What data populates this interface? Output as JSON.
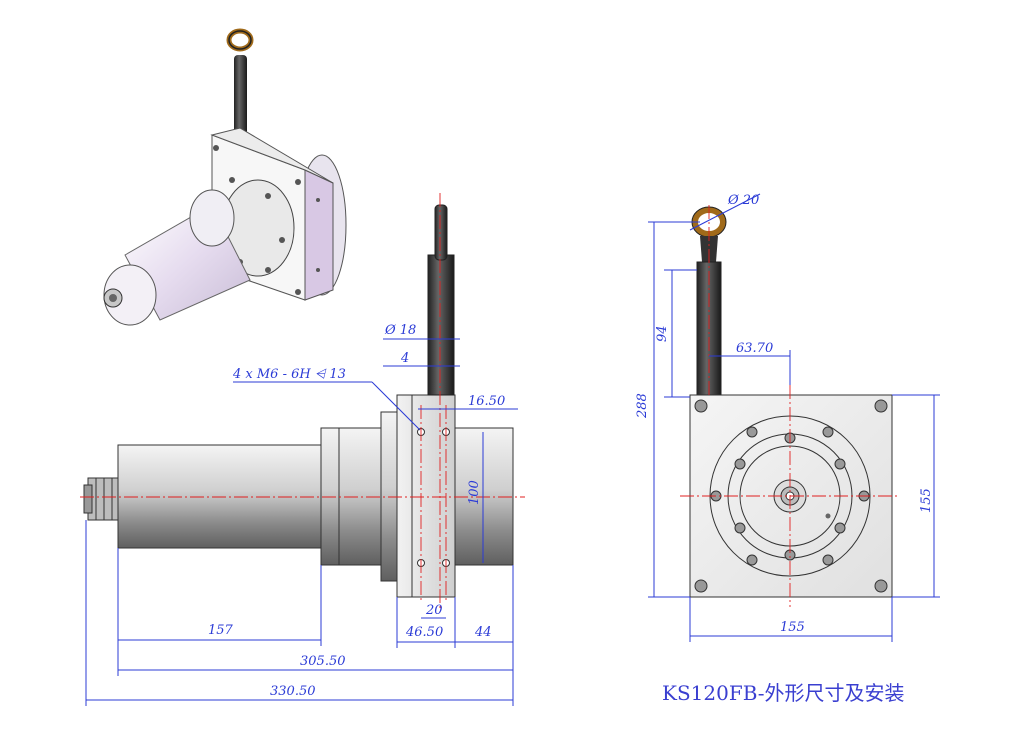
{
  "caption": "KS120FB-外形尺寸及安装",
  "dimensions": {
    "rod_diameter": "Ø 18",
    "rod_offset": "4",
    "mount_holes": "4 x  M6 - 6H ⩤ 13",
    "rod_to_plate": "16.50",
    "hole_spacing_v": "100",
    "hole_spacing_h": "20",
    "plate_width": "46.50",
    "front_length": "44",
    "body_length": "157",
    "length_305": "305.50",
    "overall_length": "330.50",
    "eye_diameter": "Ø 20",
    "eye_height": "94",
    "rod_x_offset": "63.70",
    "total_height": "288",
    "flange_height": "155",
    "flange_width": "155"
  },
  "colors": {
    "dimension": "#2b3bd6",
    "centerline": "#e02020",
    "caption": "#3a3fd0"
  }
}
